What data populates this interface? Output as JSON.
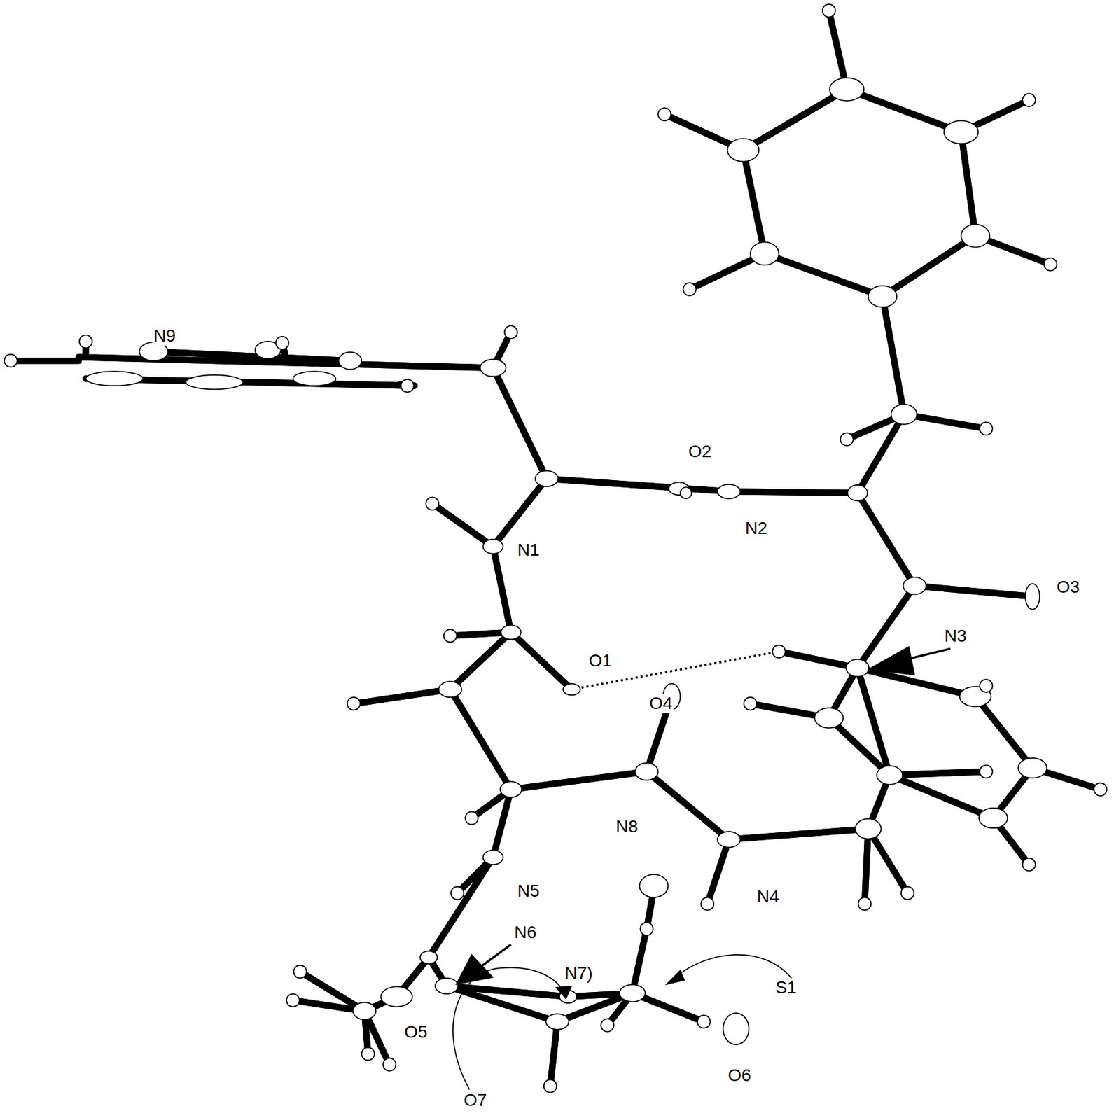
{
  "diagram": {
    "labels": [
      "N9",
      "O2",
      "N1",
      "N2",
      "O3",
      "N3",
      "O1",
      "O4",
      "N8",
      "N4",
      "N5",
      "N6",
      "N7)",
      "S1",
      "O5",
      "O6",
      "O7"
    ]
  }
}
